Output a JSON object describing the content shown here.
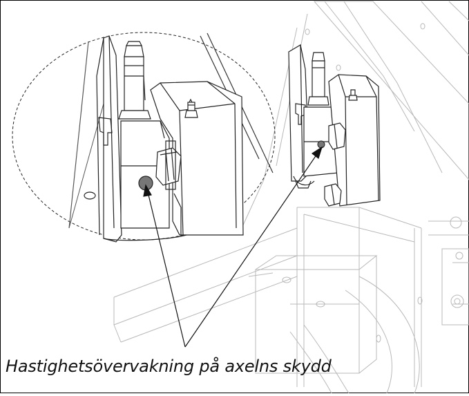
{
  "caption": "Hastighetsövervakning på axelns skydd",
  "colors": {
    "line": "#222222",
    "faint_line": "#b8b8b8",
    "sensor_fill": "#777777",
    "frame": "#000000"
  },
  "icons": [
    "speed-sensor-dot",
    "grease-nipple",
    "hex-bolt"
  ]
}
